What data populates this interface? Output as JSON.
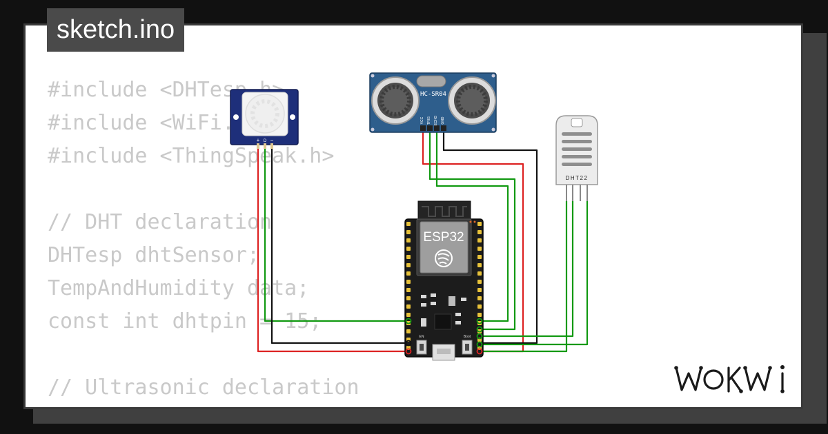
{
  "tab": {
    "filename": "sketch.ino"
  },
  "code_lines": [
    "#include <DHTesp.h>",
    "#include <WiFi.h>",
    "#include <ThingSpeak.h>",
    "",
    "// DHT declaration",
    "DHTesp dhtSensor;",
    "TempAndHumidity data;",
    "const int dhtpin = 15;",
    "",
    "// Ultrasonic declaration"
  ],
  "components": {
    "ultrasonic": {
      "model": "HC-SR04",
      "pins": [
        "VCC",
        "TRIG",
        "ECHO",
        "GND"
      ]
    },
    "pir": {
      "pins": [
        "+",
        "D",
        "−"
      ]
    },
    "mcu": {
      "label": "ESP32",
      "btn_left": "EN",
      "btn_right": "Boot"
    },
    "dht": {
      "label": "DHT22"
    }
  },
  "brand": {
    "logo_text": "WOKWI"
  },
  "colors": {
    "background": "#111111",
    "card": "#ffffff",
    "code_text": "#c9c9c9",
    "tab_bg": "#4a4a4a",
    "wire_red": "#dd2222",
    "wire_green": "#119911",
    "wire_black": "#111111",
    "hcsr04_board": "#2e5e8c",
    "pir_board": "#1e2f7a"
  }
}
